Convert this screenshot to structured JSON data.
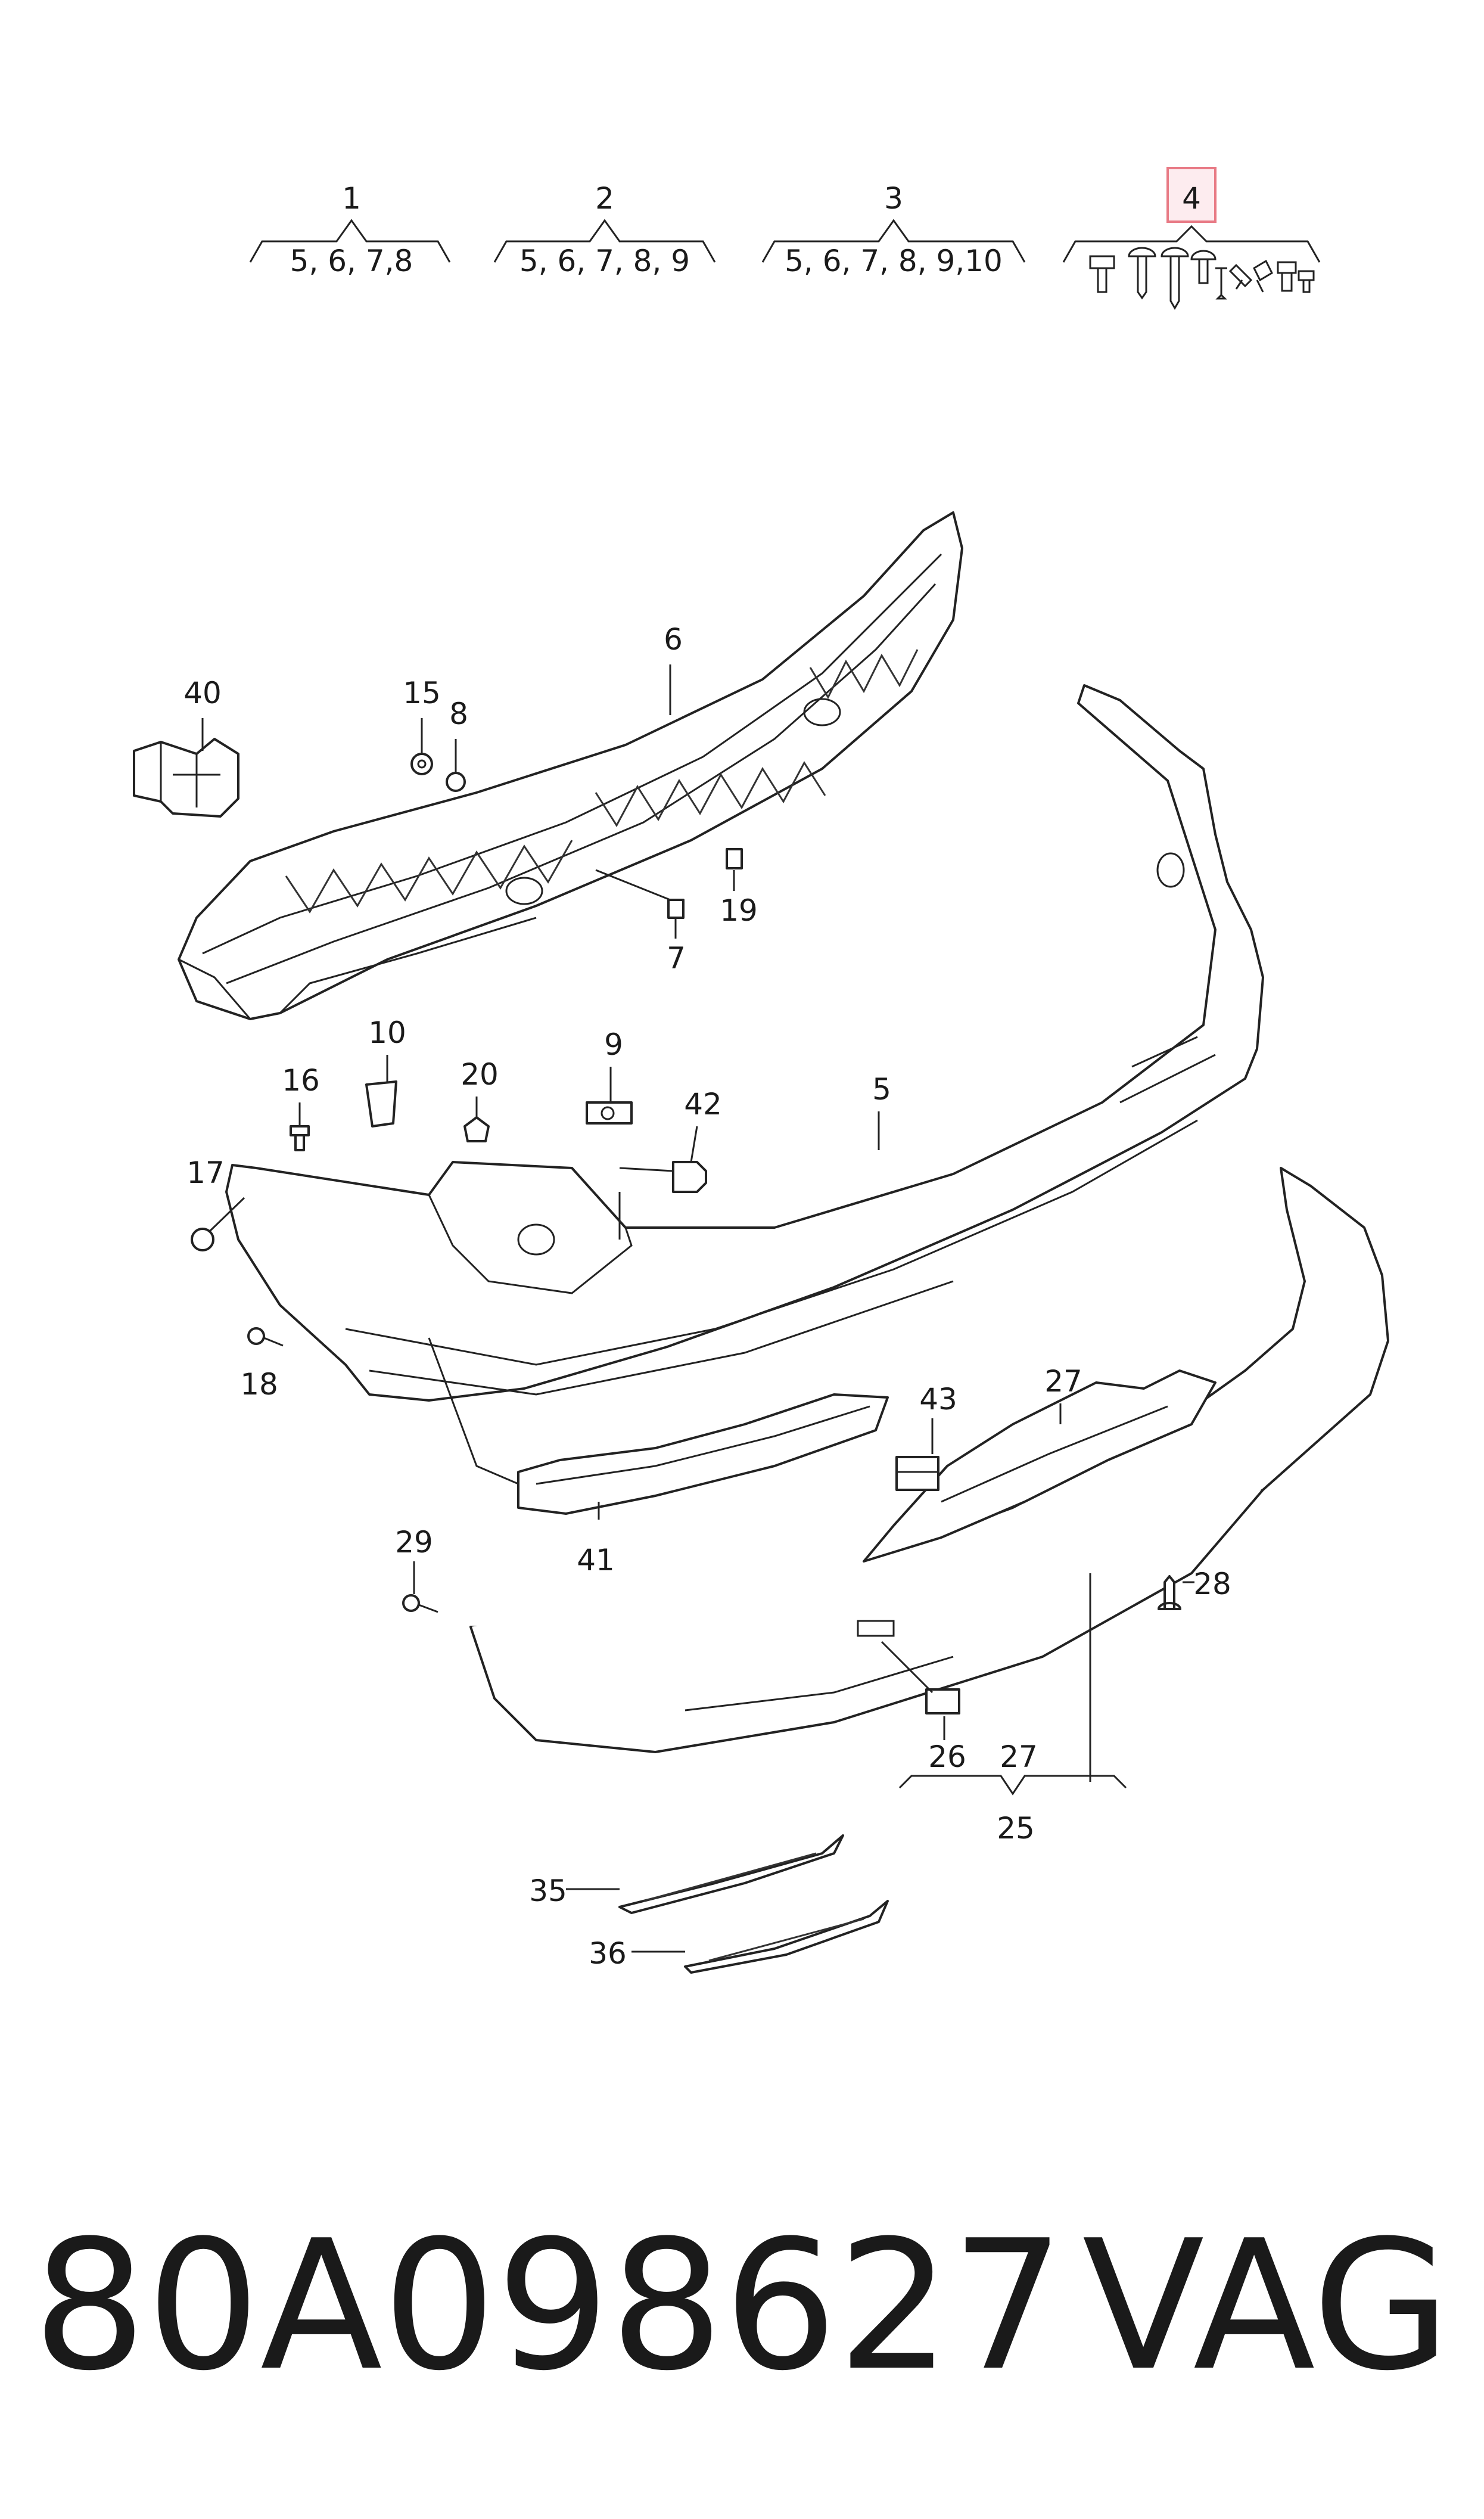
{
  "groups": [
    {
      "num": "1",
      "parts": "5, 6, 7,8"
    },
    {
      "num": "2",
      "parts": "5, 6, 7, 8, 9"
    },
    {
      "num": "3",
      "parts": "5, 6, 7, 8, 9,10"
    },
    {
      "num": "4",
      "parts": ""
    }
  ],
  "highlight_color": "#e87a85",
  "labels": {
    "p5": "5",
    "p6": "6",
    "p7": "7",
    "p8": "8",
    "p9": "9",
    "p10": "10",
    "p15": "15",
    "p16": "16",
    "p17": "17",
    "p18": "18",
    "p19": "19",
    "p20": "20",
    "p25": "25",
    "p26a": "26",
    "p27a": "27",
    "p27b": "27",
    "p28": "28",
    "p29": "29",
    "p35": "35",
    "p36": "36",
    "p40": "40",
    "p41": "41",
    "p42": "42",
    "p43": "43"
  },
  "footer": {
    "part_number": "80A098627",
    "brand": "VAG"
  }
}
